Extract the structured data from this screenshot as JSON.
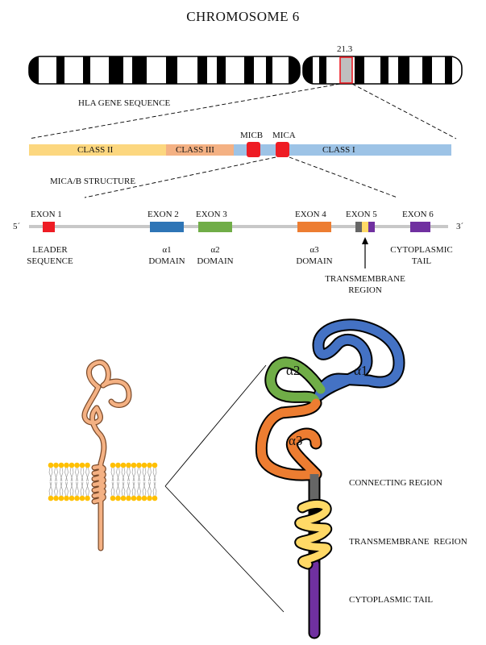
{
  "title": "CHROMOSOME 6",
  "band_label": "21.3",
  "hla_sequence_label": "HLA GENE SEQUENCE",
  "mica_structure_label": "MICA/B STRUCTURE",
  "classes": {
    "class2": "CLASS II",
    "class3": "CLASS III",
    "micb": "MICB",
    "mica": "MICA",
    "class1": "CLASS I"
  },
  "strand": {
    "five": "5´",
    "three": "3´"
  },
  "exons": [
    "EXON 1",
    "EXON 2",
    "EXON 3",
    "EXON 4",
    "EXON 5",
    "EXON 6"
  ],
  "exon_descriptions": {
    "exon1": [
      "LEADER",
      "SEQUENCE"
    ],
    "exon2": [
      "α1",
      "DOMAIN"
    ],
    "exon3": [
      "α2",
      "DOMAIN"
    ],
    "exon4": [
      "α3",
      "DOMAIN"
    ],
    "exon6": [
      "CYTOPLASMIC",
      "TAIL"
    ],
    "exon5": [
      "TRANSMEMBRANE",
      "REGION"
    ]
  },
  "domains": {
    "a1": "α1",
    "a2": "α2",
    "a3": "α3"
  },
  "regions": {
    "connecting": "CONNECTING REGION",
    "transmembrane": "TRANSMEMBRANE  REGION",
    "cytoplasmic": "CYTOPLASMIC TAIL"
  },
  "colors": {
    "class2": "#fcd77f",
    "class3": "#f4b183",
    "class1": "#9dc3e6",
    "mic": "#ee1c24",
    "exon1": "#ee1c24",
    "exon2": "#2e75b6",
    "exon3": "#70ad47",
    "exon4": "#ed7d31",
    "exon6": "#7030a0",
    "connecting": "#666666",
    "transmembrane": "#ffd966",
    "cytoplasmic": "#7030a0",
    "lipid_head": "#ffc000",
    "small_protein": "#f4b183",
    "band_highlight": "#bfbfbf"
  }
}
